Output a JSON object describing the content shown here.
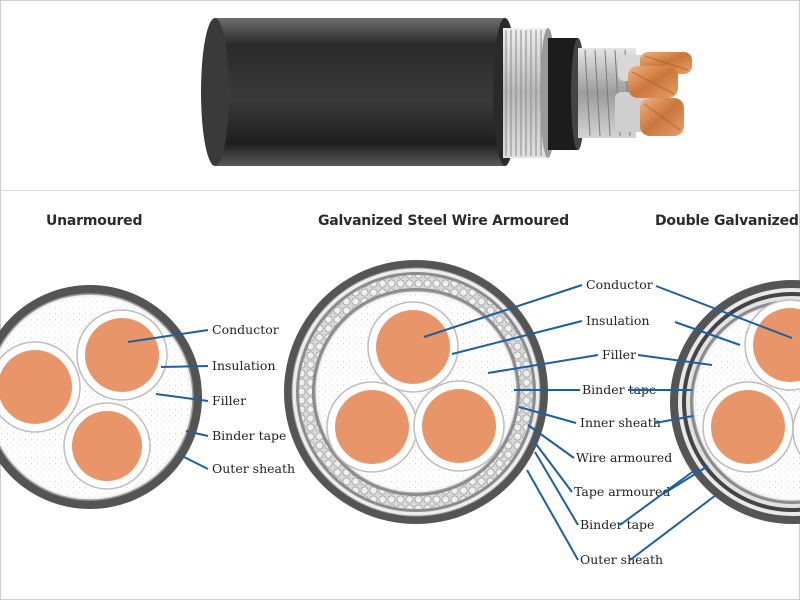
{
  "titles": {
    "unarmoured": "Unarmoured",
    "swa": "Galvanized Steel Wire Armoured",
    "double": "Double Galvanized Sto"
  },
  "unarmoured_labels": [
    "Conductor",
    "Insulation",
    "Filler",
    "Binder tape",
    "Outer sheath"
  ],
  "swa_labels": [
    "Conductor",
    "Insulation",
    "Filler",
    "Binder tape",
    "Inner sheath",
    "Wire armoured",
    "Tape armoured",
    "Binder tape",
    "Outer sheath"
  ],
  "colors": {
    "copper": "#e8956a",
    "sheath": "#555555",
    "leader": "#1f5fa0",
    "armour": "#bdbdbd"
  }
}
